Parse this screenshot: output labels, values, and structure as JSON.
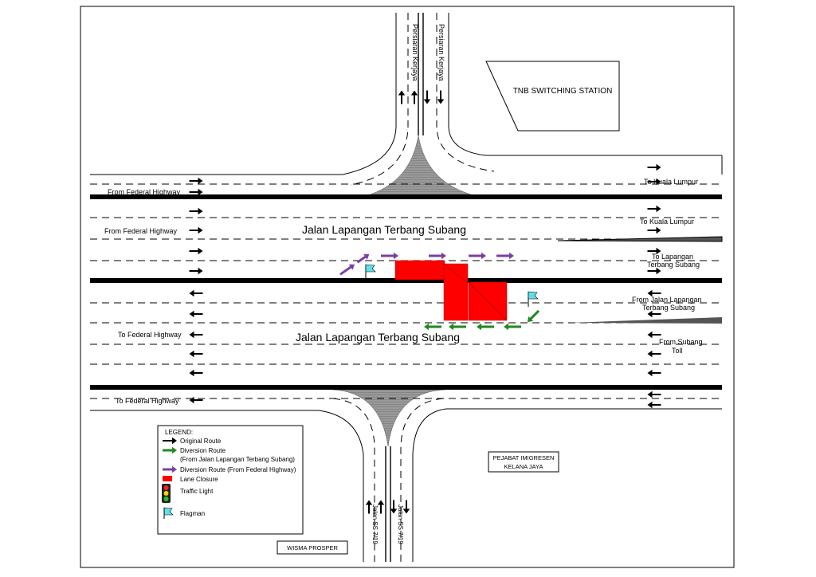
{
  "roads": {
    "main_upper": "Jalan Lapangan Terbang Subang",
    "main_lower": "Jalan Lapangan Terbang Subang",
    "north_left": "Persiaran Kerjaya",
    "north_right": "Persiaran Kerjaya",
    "south_left": "Jalan SS 7/19",
    "south_right": "Jalan SS 7/19"
  },
  "buildings": {
    "tnb": "TNB SWITCHING STATION",
    "imigresen_line1": "PEJABAT IMIGRESEN",
    "imigresen_line2": "KELANA JAYA",
    "wisma": "WISMA PROSPER"
  },
  "directions": {
    "from_federal_1": "From Federal Highway",
    "from_federal_2": "From Federal Highway",
    "to_kl_1": "To Kuala Lumpur",
    "to_kl_2": "To Kuala Lumpur",
    "to_lapangan_line1": "To Lapangan",
    "to_lapangan_line2": "Terbang Subang",
    "from_jalan_line1": "From Jalan Lapangan",
    "from_jalan_line2": "Terbang Subang",
    "to_federal_1": "To Federal Highway",
    "to_federal_2": "To Federal Highway",
    "from_subang_line1": "From Subang",
    "from_subang_line2": "Toll"
  },
  "legend": {
    "title": "LEGEND:",
    "original": "Original Route",
    "diversion_green_line1": "Diversion Route",
    "diversion_green_line2": "(From Jalan Lapangan Terbang Subang)",
    "diversion_purple": "Diversion Route (From Federal Highway)",
    "closure": "Lane Closure",
    "traffic_light": "Traffic Light",
    "flagman": "Flagman"
  },
  "colors": {
    "closure": "#ff0000",
    "diversion_green": "#1f8a1f",
    "diversion_purple": "#7b3fa6",
    "flag": "#5fe0e8",
    "median": "#000000",
    "island": "#8a8a8a"
  }
}
